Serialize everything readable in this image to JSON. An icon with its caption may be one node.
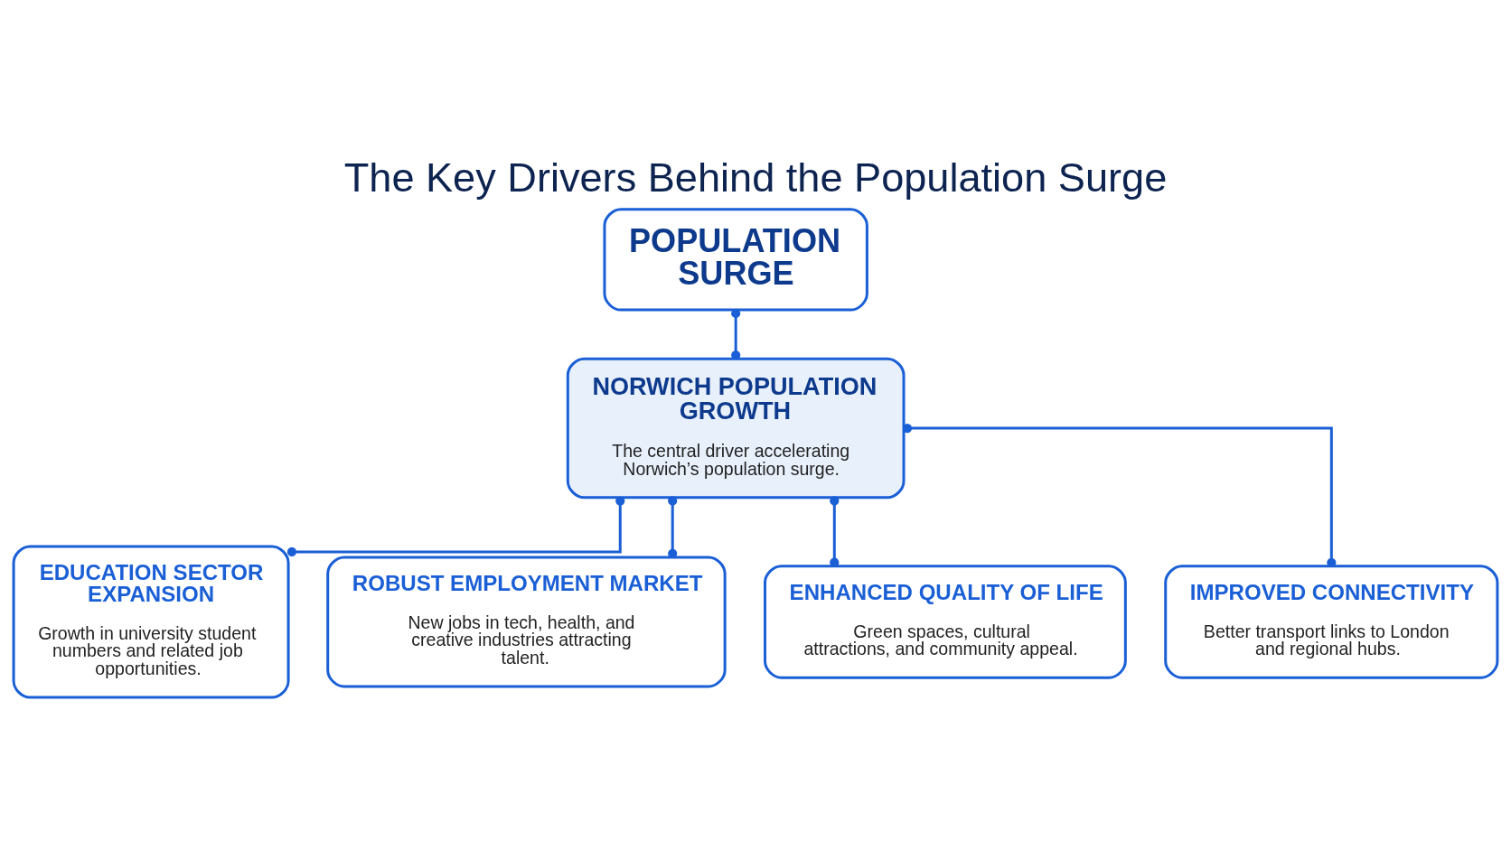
{
  "diagram": {
    "title": "The Key Drivers Behind the Population Surge",
    "nodes": [
      {
        "text": [
          "POPULATION SURGE"
        ]
      },
      {
        "text": [
          "NORWICH POPULATION GROWTH",
          "The central driver accelerating Norwich’s population surge."
        ]
      },
      {
        "text": [
          "EDUCATION SECTOR EXPANSION",
          "Growth in university student numbers and related job opportunities."
        ]
      },
      {
        "text": [
          "ROBUST EMPLOYMENT MARKET",
          "New jobs in tech, health, and creative industries attracting talent."
        ]
      },
      {
        "text": [
          "ENHANCED QUALITY OF LIFE",
          "Green spaces, cultural attractions, and community appeal."
        ]
      },
      {
        "text": [
          "IMPROVED CONNECTIVITY",
          "Better transport links to London and regional hubs."
        ]
      }
    ],
    "edges": [
      {
        "from": 0,
        "to": 1,
        "arrow": "other"
      },
      {
        "from": 1,
        "to": 2,
        "arrow": "other"
      },
      {
        "from": 1,
        "to": 3,
        "arrow": "other"
      },
      {
        "from": 1,
        "to": 4,
        "arrow": "other"
      },
      {
        "from": 1,
        "to": 5,
        "arrow": "other"
      }
    ]
  }
}
